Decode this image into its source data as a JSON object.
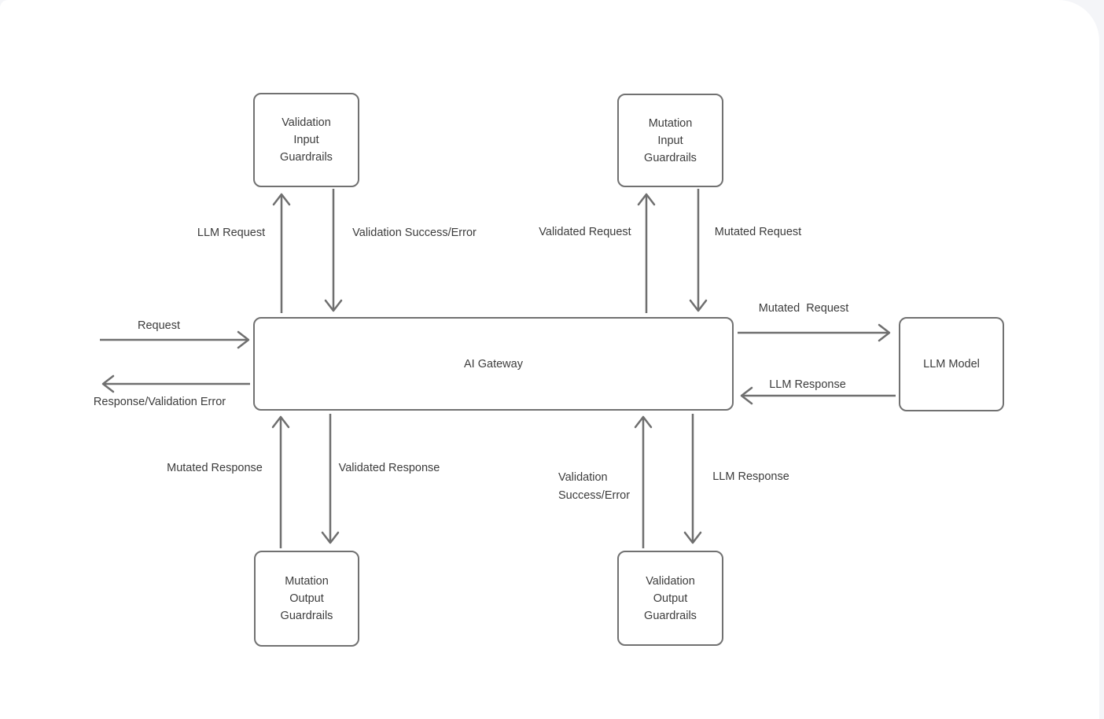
{
  "colors": {
    "line": "#6f6f6f",
    "text": "#3c3c3c",
    "node_border": "#717171",
    "canvas_background": "#ffffff",
    "page_background": "#f4f5f8"
  },
  "nodes": [
    {
      "id": "validation-input-guardrails",
      "label": "Validation Input Guardrails",
      "lines": [
        "Validation",
        "Input",
        "Guardrails"
      ]
    },
    {
      "id": "mutation-input-guardrails",
      "label": "Mutation Input Guardrails",
      "lines": [
        "Mutation",
        "Input",
        "Guardrails"
      ]
    },
    {
      "id": "ai-gateway",
      "label": "AI Gateway"
    },
    {
      "id": "llm-model",
      "label": "LLM Model"
    },
    {
      "id": "mutation-output-guardrails",
      "label": "Mutation Output Guardrails",
      "lines": [
        "Mutation",
        "Output",
        "Guardrails"
      ]
    },
    {
      "id": "validation-output-guardrails",
      "label": "Validation Output Guardrails",
      "lines": [
        "Validation",
        "Output",
        "Guardrails"
      ]
    }
  ],
  "edges": [
    {
      "from": "ai-gateway",
      "to": "validation-input-guardrails",
      "direction": "up",
      "label": "LLM Request"
    },
    {
      "from": "validation-input-guardrails",
      "to": "ai-gateway",
      "direction": "down",
      "label": "Validation Success/Error"
    },
    {
      "from": "ai-gateway",
      "to": "mutation-input-guardrails",
      "direction": "up",
      "label": "Validated Request"
    },
    {
      "from": "mutation-input-guardrails",
      "to": "ai-gateway",
      "direction": "down",
      "label": "Mutated Request"
    },
    {
      "from": null,
      "to": "ai-gateway",
      "direction": "right",
      "label": "Request"
    },
    {
      "from": "ai-gateway",
      "to": null,
      "direction": "left",
      "label": "Response/Validation Error"
    },
    {
      "from": "ai-gateway",
      "to": "llm-model",
      "direction": "right",
      "label": "Mutated  Request"
    },
    {
      "from": "llm-model",
      "to": "ai-gateway",
      "direction": "left",
      "label": "LLM Response"
    },
    {
      "from": "mutation-output-guardrails",
      "to": "ai-gateway",
      "direction": "up",
      "label": "Mutated Response"
    },
    {
      "from": "ai-gateway",
      "to": "mutation-output-guardrails",
      "direction": "down",
      "label": "Validated Response"
    },
    {
      "from": "validation-output-guardrails",
      "to": "ai-gateway",
      "direction": "up",
      "label": "Validation Success/Error",
      "lines": [
        "Validation",
        "Success/Error"
      ]
    },
    {
      "from": "ai-gateway",
      "to": "validation-output-guardrails",
      "direction": "down",
      "label": "LLM Response"
    }
  ]
}
